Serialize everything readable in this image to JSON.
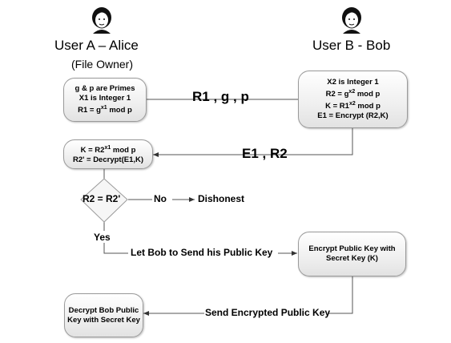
{
  "actors": {
    "alice": {
      "name": "User A – Alice",
      "role": "(File Owner)",
      "icon": "user-avatar-icon"
    },
    "bob": {
      "name": "User B - Bob",
      "icon": "user-avatar-icon"
    }
  },
  "nodes": {
    "alice_init": [
      "g & p are Primes",
      "X1 is Integer 1",
      "R1 = g^x1 mod p"
    ],
    "bob_compute": [
      "X2 is Integer 1",
      "R2 = g^x2 mod p",
      "K = R1^x2 mod p",
      "E1 = Encrypt (R2,K)"
    ],
    "alice_compute": [
      "K = R2^x1 mod p",
      "R2' = Decrypt(E1,K)"
    ],
    "decision": "R2 = R2'",
    "bob_encrypt": [
      "Encrypt Public Key with",
      "Secret Key (K)"
    ],
    "alice_decrypt": [
      "Decrypt Bob Public",
      "Key with Secret Key"
    ]
  },
  "edges": {
    "r1_g_p": "R1 , g , p",
    "e1_r2": "E1 , R2",
    "no": "No",
    "dishonest": "Dishonest",
    "yes": "Yes",
    "let_bob_send": "Let Bob to Send his Public Key",
    "send_encrypted": "Send Encrypted Public Key"
  }
}
